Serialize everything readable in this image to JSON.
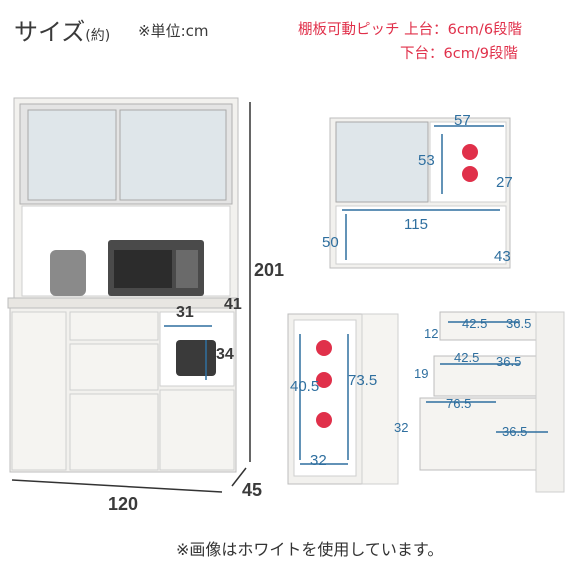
{
  "header": {
    "title": "サイズ",
    "title_paren": "(約)",
    "unit_note": "※単位:cm",
    "pitch_line1": "棚板可動ピッチ 上台：6cm/6段階",
    "pitch_line2": "下台：6cm/9段階"
  },
  "main_view": {
    "height": "201",
    "width": "120",
    "depth": "45",
    "niche_width": "31",
    "niche_depth": "41",
    "niche_height": "34"
  },
  "upper_view": {
    "shelf_width": "57",
    "shelf_height": "53",
    "shelf_depth": "27",
    "opening_width": "115",
    "opening_height": "50",
    "opening_depth": "43"
  },
  "side_view": {
    "depth": "40.5",
    "height": "73.5",
    "width": "32"
  },
  "drawers_view": {
    "top_height": "12",
    "top_width": "42.5",
    "top_depth": "36.5",
    "mid_height": "19",
    "mid_width": "42.5",
    "mid_depth": "36.5",
    "bottom_height": "32",
    "bottom_width": "76.5",
    "bottom_depth": "36.5"
  },
  "footer": {
    "note": "※画像はホワイトを使用しています。"
  },
  "colors": {
    "accent_red": "#e0304a",
    "dimension_blue": "#2f6f9f",
    "cabinet_white": "#f2f1ee"
  }
}
